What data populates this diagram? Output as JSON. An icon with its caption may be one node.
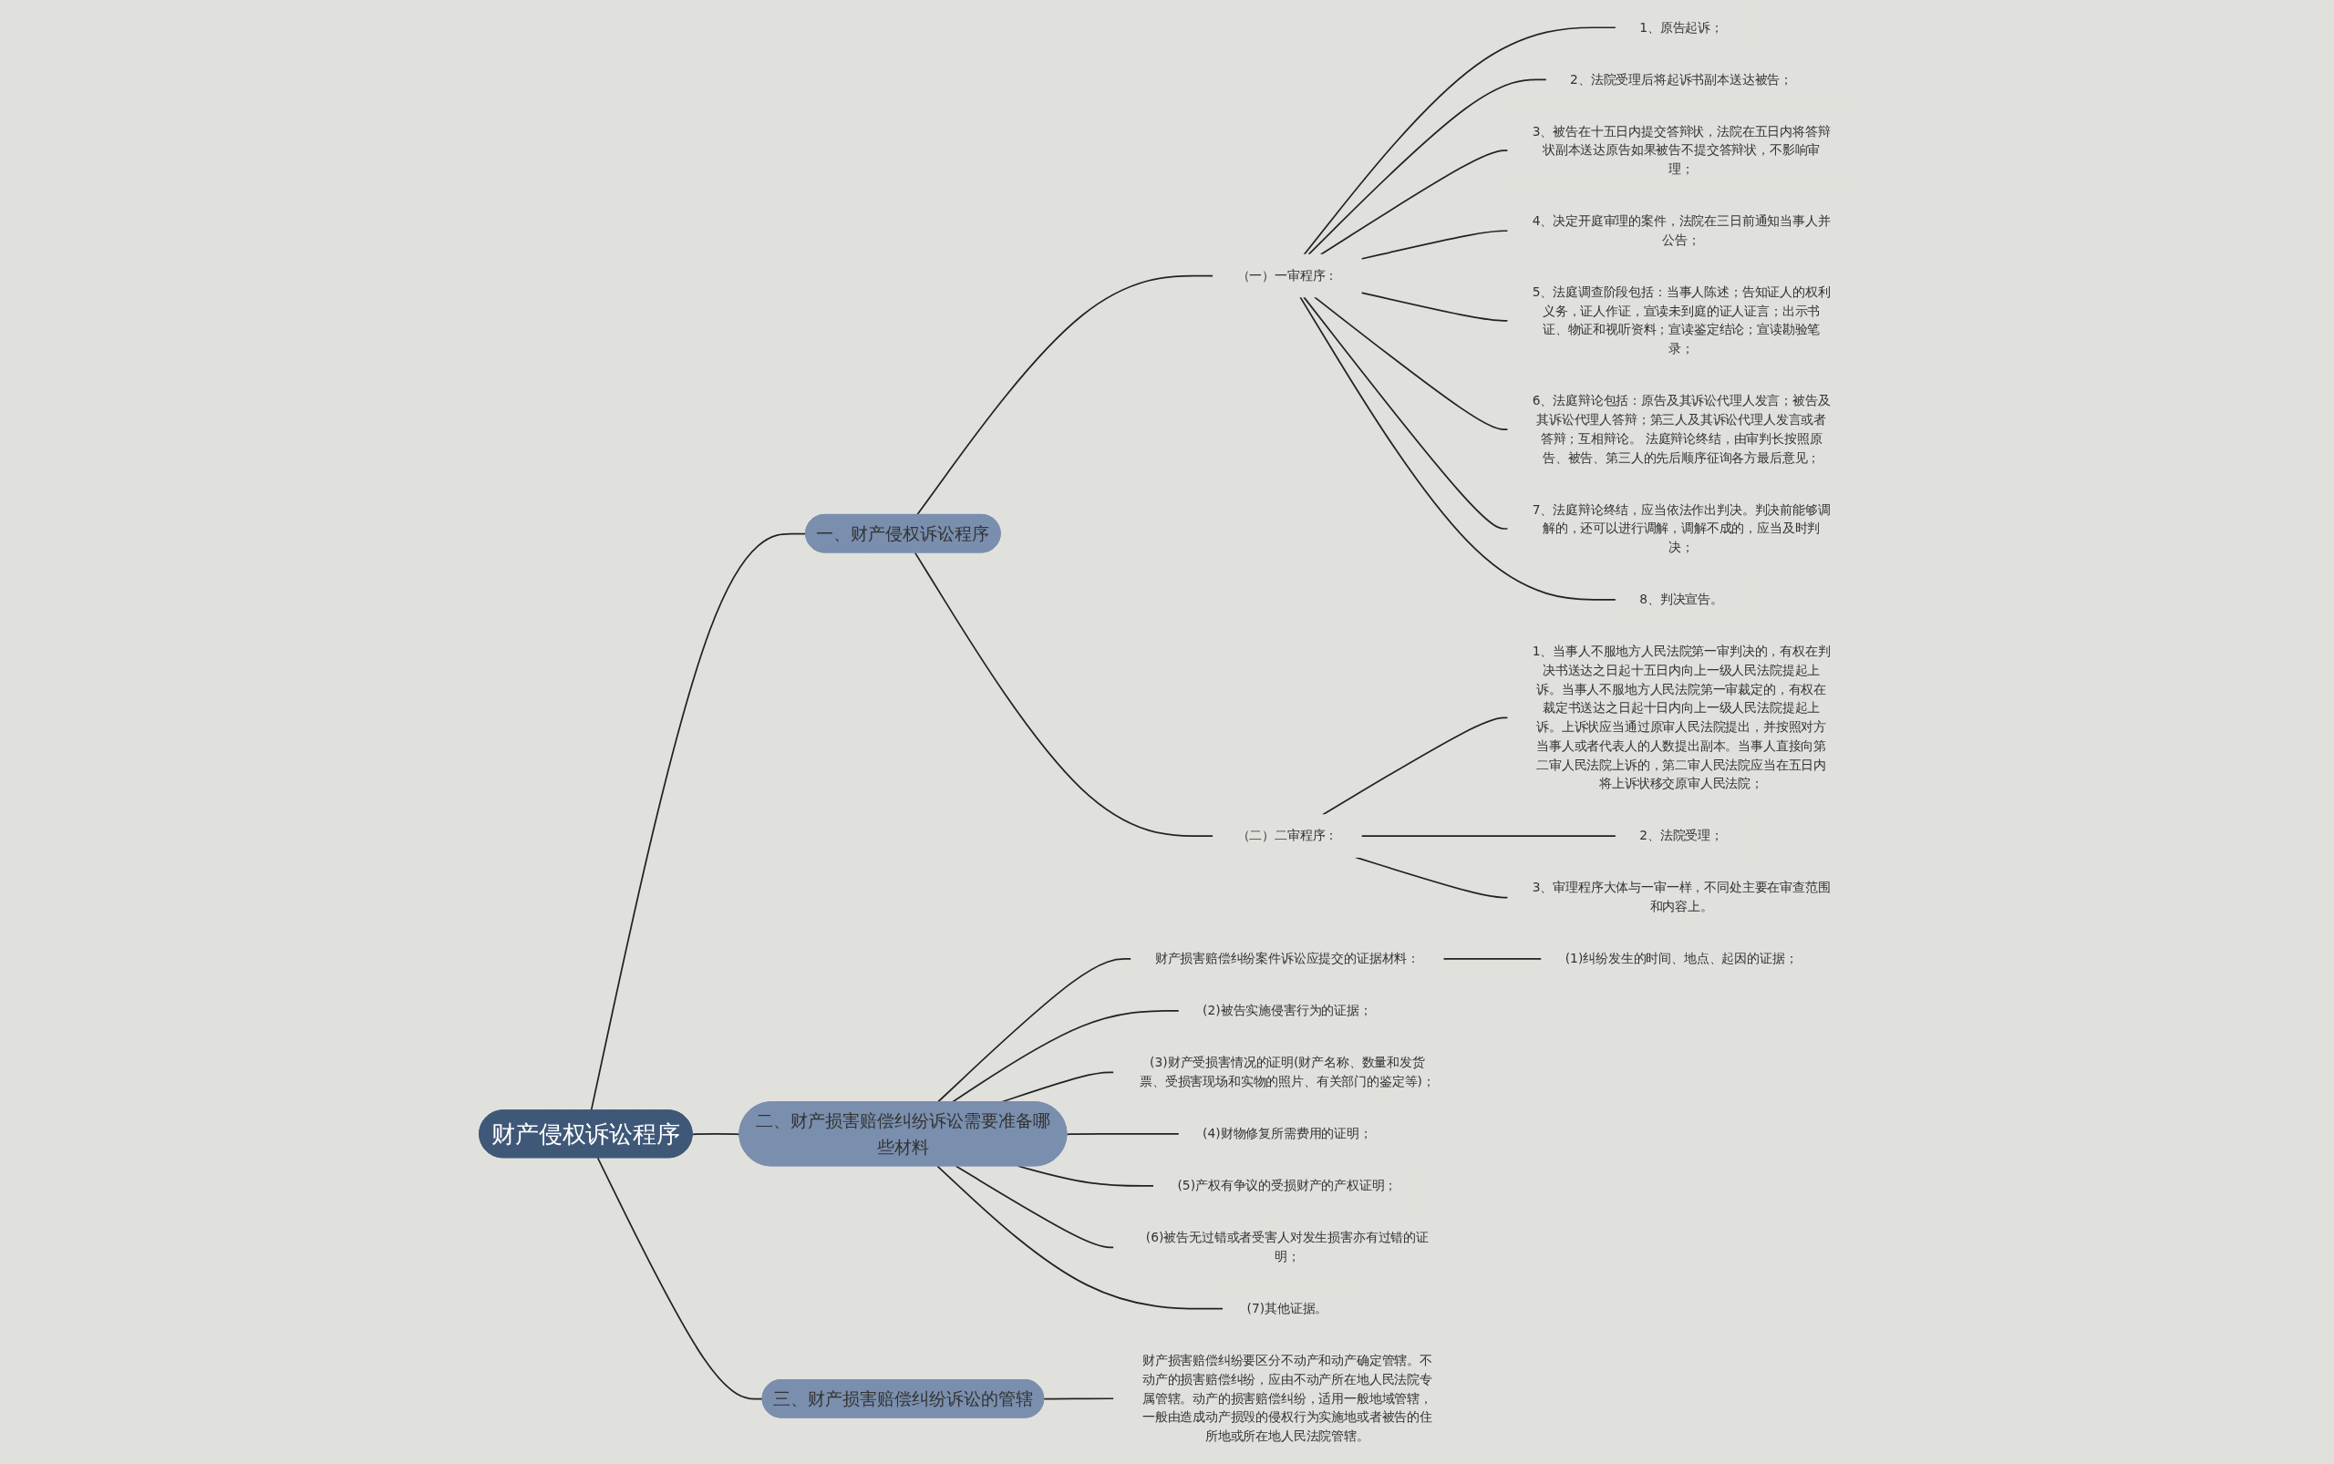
{
  "diagram": {
    "nodes": [
      {
        "text": [
          "财产侵权诉讼程序"
        ]
      },
      {
        "text": [
          "一、财产侵权诉讼程序"
        ]
      },
      {
        "text": [
          "（一）一审程序："
        ]
      },
      {
        "text": [
          "1、原告起诉；"
        ]
      },
      {
        "text": [
          "2、法院受理后将起诉书副本送达被告；"
        ]
      },
      {
        "text": [
          "3、被告在十五日内提交答辩状，法院在五日内将答辩状副本送达原告如果被告不提交答辩状，不影响审理；"
        ]
      },
      {
        "text": [
          "4、决定开庭审理的案件，法院在三日前通知当事人并公告；"
        ]
      },
      {
        "text": [
          "5、法庭调查阶段包括：当事人陈述；告知证人的权利义务，证人作证，宣读未到庭的证人证言；出示书证、物证和视听资料；宣读鉴定结论；宣读勘验笔录；"
        ]
      },
      {
        "text": [
          "6、法庭辩论包括：原告及其诉讼代理人发言；被告及其诉讼代理人答辩；第三人及其诉讼代理人发言或者答辩；互相辩论。 法庭辩论终结，由审判长按照原告、被告、第三人的先后顺序征询各方最后意见；"
        ]
      },
      {
        "text": [
          "7、法庭辩论终结，应当依法作出判决。判决前能够调解的，还可以进行调解，调解不成的，应当及时判决；"
        ]
      },
      {
        "text": [
          "8、判决宣告。"
        ]
      },
      {
        "text": [
          "（二）二审程序："
        ]
      },
      {
        "text": [
          "1、当事人不服地方人民法院第一审判决的，有权在判决书送达之日起十五日内向上一级人民法院提起上诉。当事人不服地方人民法院第一审裁定的，有权在裁定书送达之日起十日内向上一级人民法院提起上诉。上诉状应当通过原审人民法院提出，并按照对方当事人或者代表人的人数提出副本。当事人直接向第二审人民法院上诉的，第二审人民法院应当在五日内将上诉状移交原审人民法院；"
        ]
      },
      {
        "text": [
          "2、法院受理；"
        ]
      },
      {
        "text": [
          "3、审理程序大体与一审一样，不同处主要在审查范围和内容上。"
        ]
      },
      {
        "text": [
          "三、财产损害赔偿纠纷诉讼的管辖"
        ]
      },
      {
        "text": [
          "财产损害赔偿纠纷要区分不动产和动产确定管辖。不动产的损害赔偿纠纷，应由不动产所在地人民法院专属管辖。动产的损害赔偿纠纷，适用一般地域管辖，一般由造成动产损毁的侵权行为实施地或者被告的住所地或所在地人民法院管辖。"
        ]
      },
      {
        "text": [
          "二、财产损害赔偿纠纷诉讼需要准备哪些材料"
        ]
      },
      {
        "text": [
          "财产损害赔偿纠纷案件诉讼应提交的证据材料："
        ]
      },
      {
        "text": [
          "(1)纠纷发生的时间、地点、起因的证据；"
        ]
      },
      {
        "text": [
          "(2)被告实施侵害行为的证据；"
        ]
      },
      {
        "text": [
          "(3)财产受损害情况的证明(财产名称、数量和发货票、受损害现场和实物的照片、有关部门的鉴定等)；"
        ]
      },
      {
        "text": [
          "(4)财物修复所需费用的证明；"
        ]
      },
      {
        "text": [
          "(5)产权有争议的受损财产的产权证明；"
        ]
      },
      {
        "text": [
          "(6)被告无过错或者受害人对发生损害亦有过错的证明；"
        ]
      },
      {
        "text": [
          "(7)其他证据。"
        ]
      }
    ],
    "edges": [
      {
        "from": 0,
        "to": 1,
        "arrow": "none"
      },
      {
        "from": 1,
        "to": 2,
        "arrow": "none"
      },
      {
        "from": 2,
        "to": 3,
        "arrow": "none"
      },
      {
        "from": 2,
        "to": 4,
        "arrow": "none"
      },
      {
        "from": 2,
        "to": 5,
        "arrow": "none"
      },
      {
        "from": 2,
        "to": 6,
        "arrow": "none"
      },
      {
        "from": 2,
        "to": 7,
        "arrow": "none"
      },
      {
        "from": 2,
        "to": 8,
        "arrow": "none"
      },
      {
        "from": 2,
        "to": 9,
        "arrow": "none"
      },
      {
        "from": 2,
        "to": 10,
        "arrow": "none"
      },
      {
        "from": 1,
        "to": 11,
        "arrow": "none"
      },
      {
        "from": 11,
        "to": 12,
        "arrow": "none"
      },
      {
        "from": 11,
        "to": 13,
        "arrow": "none"
      },
      {
        "from": 11,
        "to": 14,
        "arrow": "none"
      },
      {
        "from": 0,
        "to": 15,
        "arrow": "none"
      },
      {
        "from": 15,
        "to": 16,
        "arrow": "none"
      },
      {
        "from": 0,
        "to": 17,
        "arrow": "none"
      },
      {
        "from": 17,
        "to": 18,
        "arrow": "none"
      },
      {
        "from": 18,
        "to": 19,
        "arrow": "none"
      },
      {
        "from": 17,
        "to": 20,
        "arrow": "none"
      },
      {
        "from": 17,
        "to": 21,
        "arrow": "none"
      },
      {
        "from": 17,
        "to": 22,
        "arrow": "none"
      },
      {
        "from": 17,
        "to": 23,
        "arrow": "none"
      },
      {
        "from": 17,
        "to": 24,
        "arrow": "none"
      },
      {
        "from": 17,
        "to": 25,
        "arrow": "none"
      }
    ]
  }
}
